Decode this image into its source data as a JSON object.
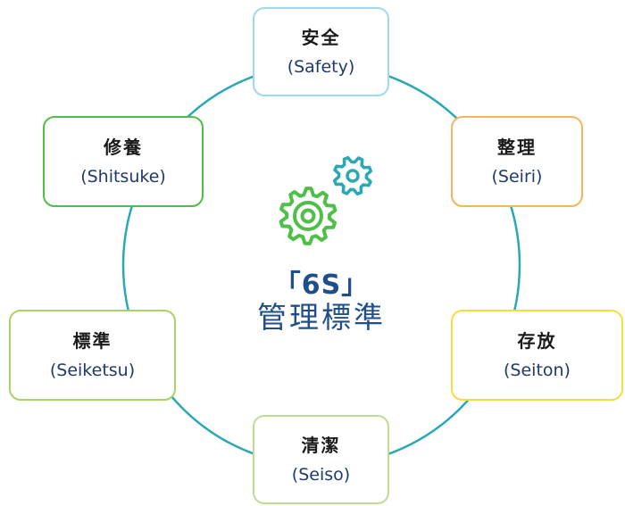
{
  "center": {
    "line1": "「6S」",
    "line2": "管理標準"
  },
  "items": {
    "safety": {
      "zh": "安全",
      "en": "(Safety)"
    },
    "seiri": {
      "zh": "整理",
      "en": "(Seiri)"
    },
    "seiton": {
      "zh": "存放",
      "en": "(Seiton)"
    },
    "seiso": {
      "zh": "清潔",
      "en": "(Seiso)"
    },
    "seiketsu": {
      "zh": "標準",
      "en": "(Seiketsu)"
    },
    "shitsuke": {
      "zh": "修養",
      "en": "(Shitsuke)"
    }
  },
  "colors": {
    "ring": "#2aa9b4",
    "safety": "#9fd9ee",
    "seiri": "#f5b55a",
    "seiton": "#f6dd3c",
    "seiso": "#bddd90",
    "seiketsu": "#a8d26a",
    "shitsuke": "#4fbf48",
    "gear_large": "#4fbf48",
    "gear_small": "#2aa9b4",
    "center_text": "#1f4f8a"
  },
  "icons": [
    "gear-large-icon",
    "gear-small-icon"
  ]
}
